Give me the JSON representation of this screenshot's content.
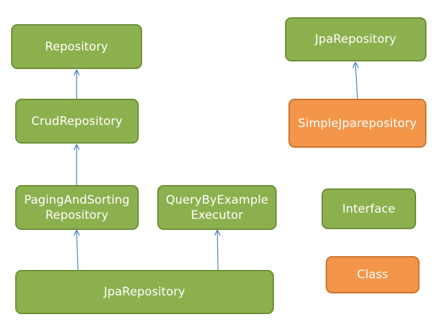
{
  "colors": {
    "interface_fill": "#8db04f",
    "interface_border": "#6d8f37",
    "class_fill": "#f3964a",
    "class_border": "#c97431",
    "arrow": "#4a7ebb"
  },
  "nodes": {
    "repository": "Repository",
    "crud_repository": "CrudRepository",
    "paging_and_sorting_repository": "PagingAndSorting\nRepository",
    "query_by_example_executor": "QueryByExample\nExecutor",
    "jpa_repository_main": "JpaRepository",
    "jpa_repository_top": "JpaRepository",
    "simple_jpa_repository": "SimpleJparepository"
  },
  "legend": {
    "interface": "Interface",
    "class": "Class"
  }
}
